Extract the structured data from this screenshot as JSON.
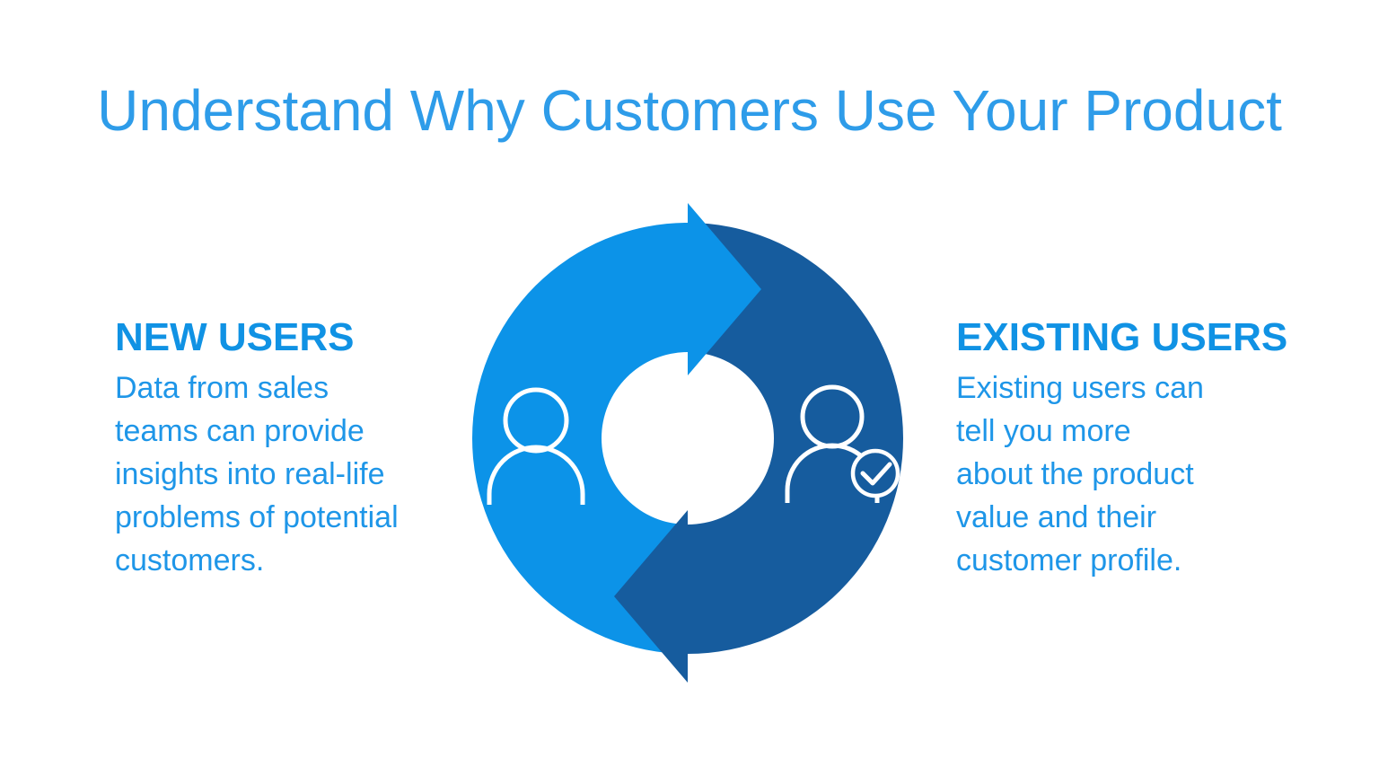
{
  "title": "Understand Why Customers Use Your Product",
  "left_section": {
    "heading": "NEW USERS",
    "body_lines": [
      "Data from sales",
      "teams can provide",
      "insights into real-life",
      "problems of potential",
      "customers."
    ]
  },
  "right_section": {
    "heading": "EXISTING USERS",
    "body_lines": [
      "Existing users can",
      "tell you more",
      "about the product",
      "value and their",
      "customer profile."
    ]
  },
  "diagram": {
    "type": "cycle",
    "description": "Two-arrow clockwise cycle ring linking new users and existing users",
    "colors": {
      "light_blue": "#0c93e8",
      "dark_blue": "#165c9e",
      "icon_stroke": "#ffffff",
      "background": "#ffffff",
      "title_blue": "#2e9ce9",
      "heading_blue": "#1092e4",
      "body_blue": "#1e96e8"
    },
    "icons": {
      "left": "new-user-icon",
      "right": "existing-user-check-icon"
    }
  }
}
